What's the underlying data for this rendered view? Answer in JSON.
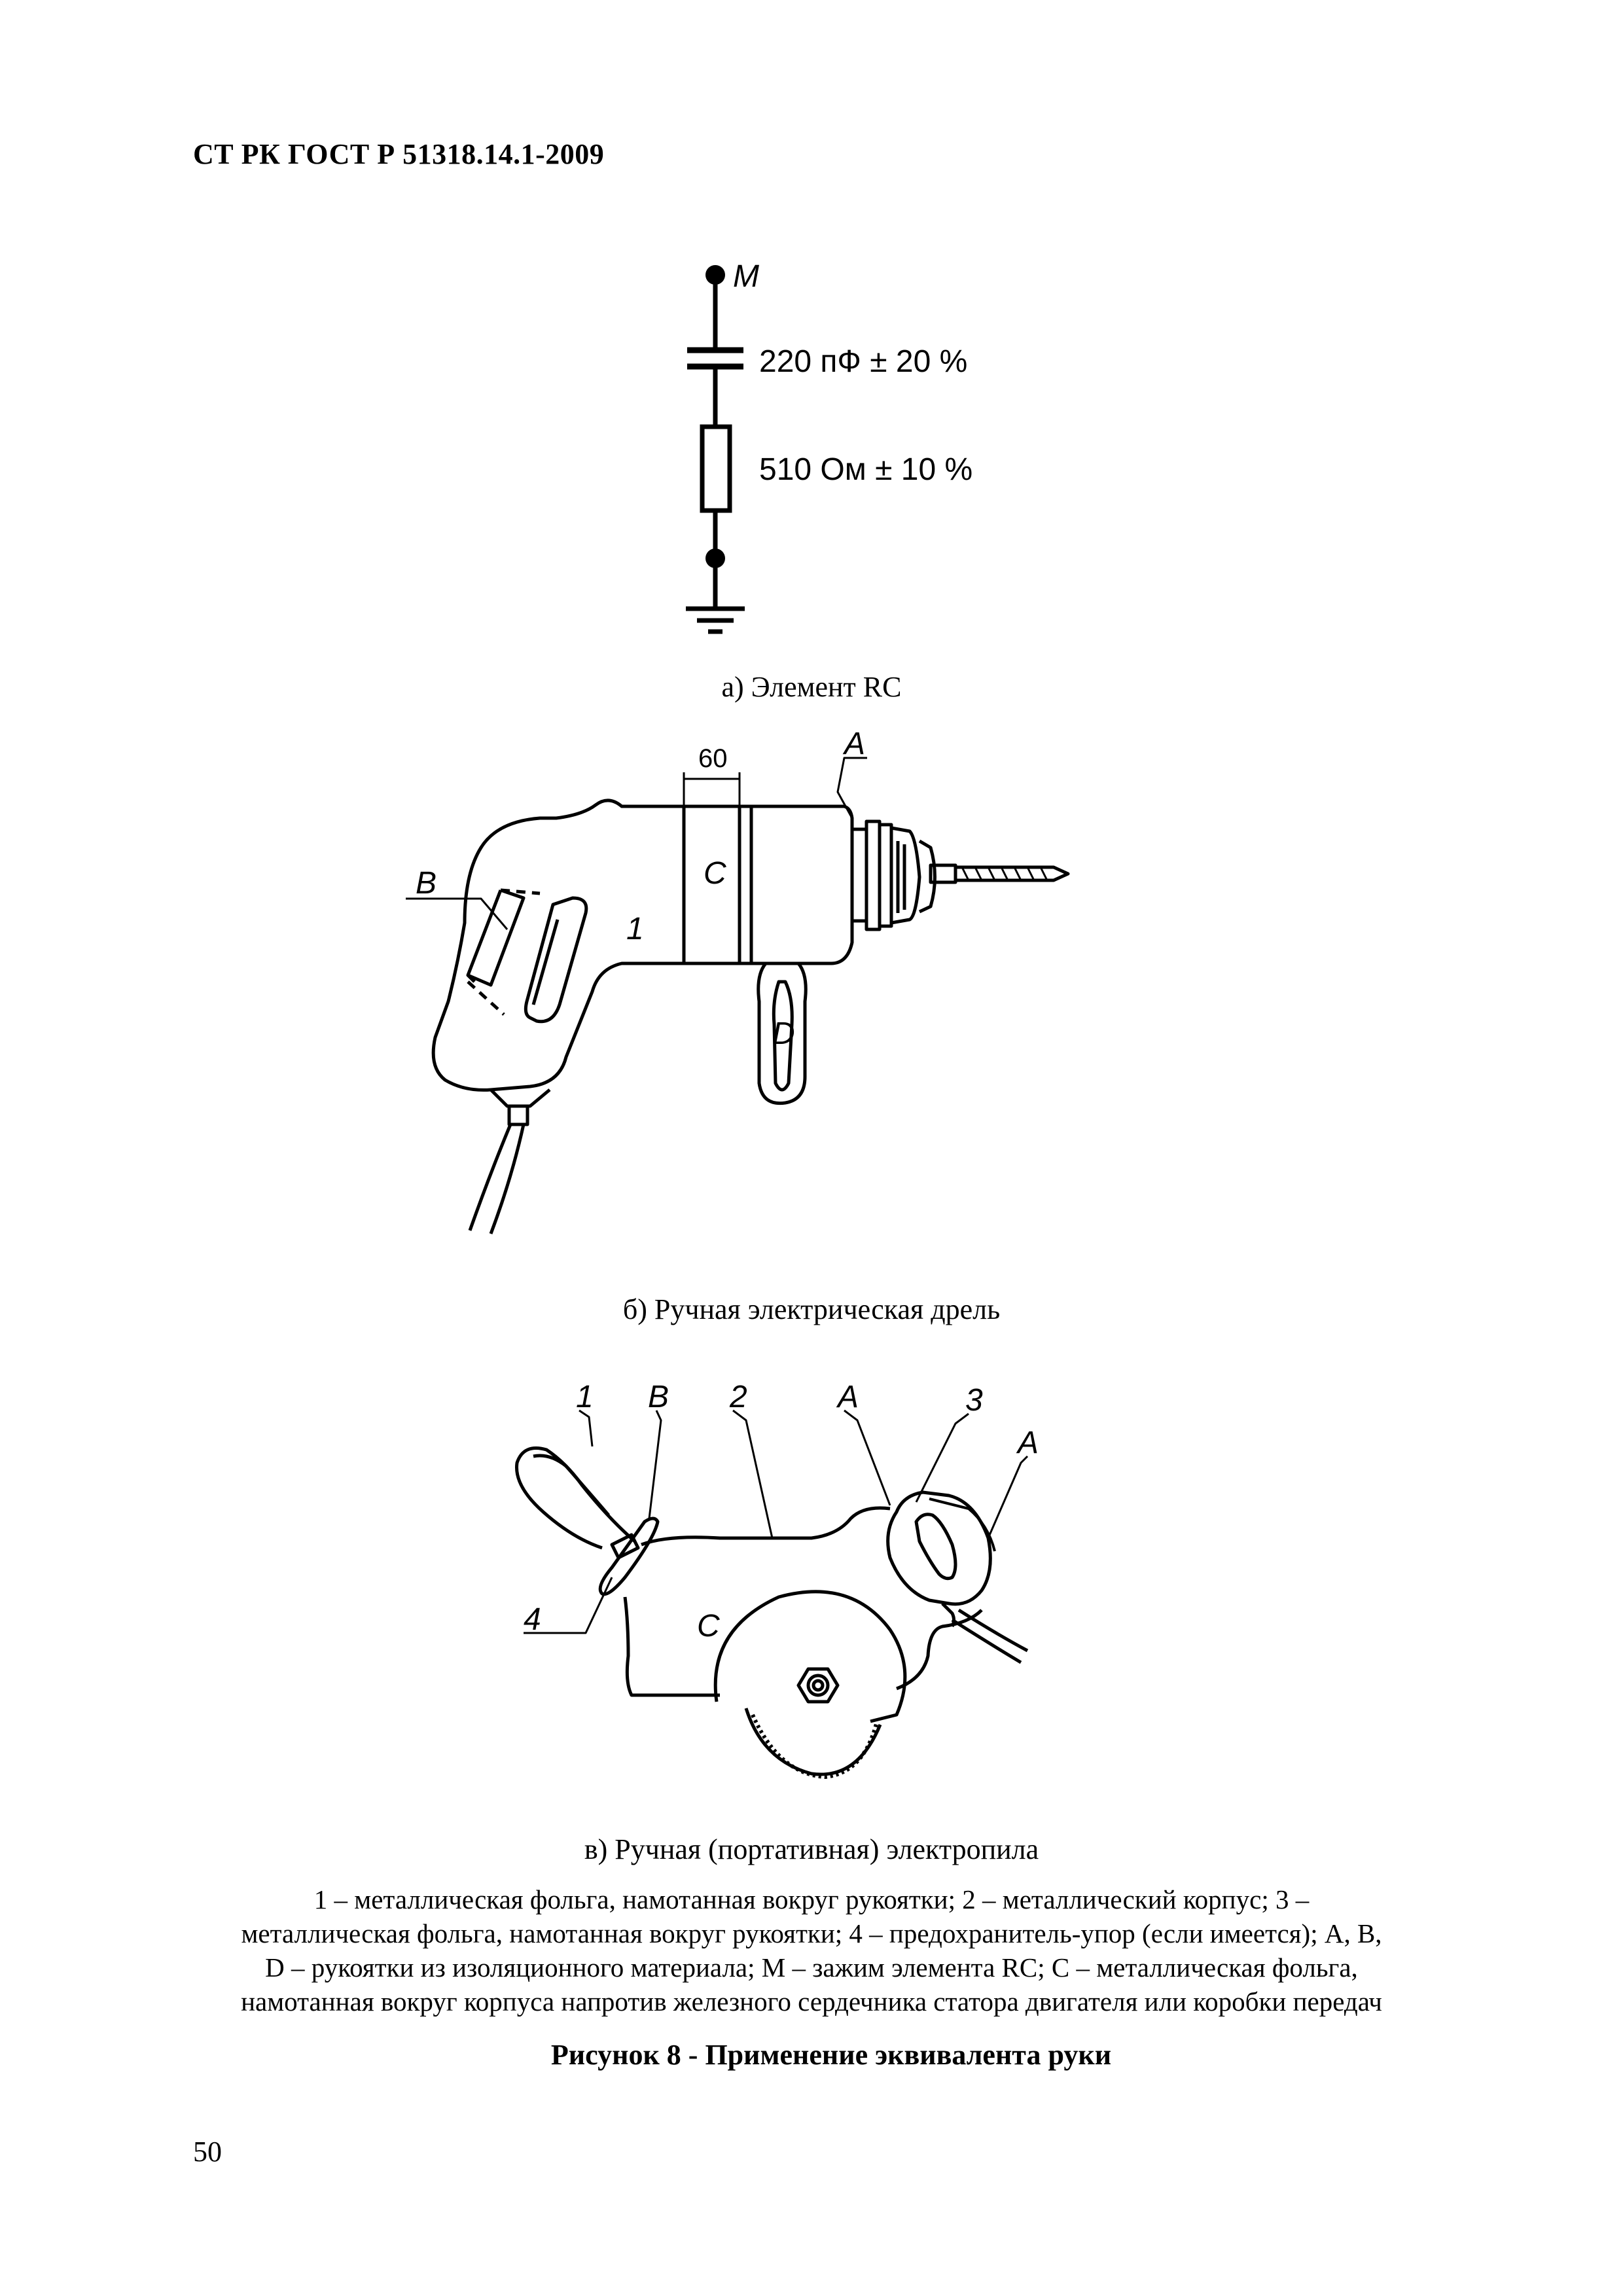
{
  "header": {
    "doc_code": "СТ РК ГОСТ Р 51318.14.1-2009"
  },
  "figure_a": {
    "node_label": "M",
    "capacitor_label": "220 пФ ± 20 %",
    "resistor_label": "510 Ом ± 10 %",
    "caption": "а) Элемент RC"
  },
  "figure_b": {
    "dimension": "60",
    "label_A": "A",
    "label_B": "B",
    "label_C": "C",
    "label_D": "D",
    "label_1": "1",
    "caption": "б) Ручная электрическая дрель"
  },
  "figure_c": {
    "label_1": "1",
    "label_B": "B",
    "label_2": "2",
    "label_A_top": "A",
    "label_3": "3",
    "label_A_right": "A",
    "label_4": "4",
    "label_C": "C",
    "caption": "в) Ручная (портативная) электропила"
  },
  "legend": {
    "line1": "1 – металлическая фольга, намотанная вокруг рукоятки; 2 – металлический корпус; 3 –",
    "line2": "металлическая фольга, намотанная вокруг рукоятки; 4 – предохранитель-упор (если имеется); А, В,",
    "line3": "D – рукоятки из изоляционного материала; М – зажим элемента RC;  С – металлическая фольга,",
    "line4": "намотанная вокруг корпуса напротив железного сердечника статора двигателя или коробки передач"
  },
  "figure_title": "Рисунок 8 - Применение эквивалента руки",
  "page_number": "50"
}
